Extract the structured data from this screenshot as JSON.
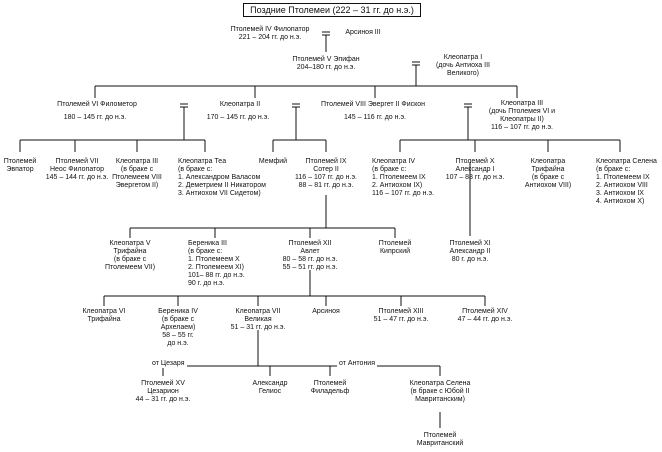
{
  "title": "Поздние Птолемеи (222 – 31 гг. до н.э.)",
  "people": {
    "ptolemy4": [
      "Птолемей IV Филопатор",
      "221 – 204 гг. до н.э."
    ],
    "arsinoe3": [
      "Арсиноя III"
    ],
    "ptolemy5": [
      "Птолемей V Эпифан",
      "204–180 гг. до н.э."
    ],
    "cleopatra1": [
      "Клеопатра I",
      "(дочь Антиоха III",
      "Великого)"
    ],
    "ptolemy6": [
      "Птолемей VI Филометор"
    ],
    "ptolemy6_years": [
      "180 – 145 гг. до н.э."
    ],
    "cleopatra2": [
      "Клеопатра II"
    ],
    "cleopatra2_years": [
      "170 – 145 гг. до н.э."
    ],
    "ptolemy8": [
      "Птолемей VIII Эвергет II Фискон"
    ],
    "ptolemy8_years": [
      "145 – 116 гг. до н.э."
    ],
    "cleopatra3": [
      "Клеопатра III",
      "(дочь Птолемея VI и",
      "Клеопатры II)",
      "116 – 107 гг. до н.э."
    ],
    "eupator": [
      "Птолемей",
      "Эвпатор"
    ],
    "ptolemy7": [
      "Птолемей VII",
      "Неос Филопатор",
      "145 – 144 гг. до н.э."
    ],
    "cleo3_b": [
      "Клеопатра III",
      "(в браке с",
      "Птолемеем VIII",
      "Эвергетом II)"
    ],
    "thea": [
      "Клеопатра Теа",
      "(в браке с:",
      "1. Александром Валасом",
      "2. Деметрием II Никатором",
      "3. Антиохом VII Сидетом)"
    ],
    "memphis": [
      "Мемфий"
    ],
    "ptolemy9": [
      "Птолемей IX",
      "Сотер II",
      "116 – 107 гг. до н.э.",
      "88 – 81 гг. до н.э."
    ],
    "cleo4": [
      "Клеопатра IV",
      "(в браке с:",
      "1. Птолемеем IX",
      "2. Антиохом IX)",
      "116 – 107 гг. до н.э."
    ],
    "ptolemy10": [
      "Птолемей X",
      "Александр I",
      "107 – 88 гг. до н.э."
    ],
    "tryphaena": [
      "Клеопатра",
      "Трифайна",
      "(в браке с",
      "Антиохом VIII)"
    ],
    "selene": [
      "Клеопатра Селена",
      "(в браке с:",
      "1. Птолемеем IX",
      "2. Антиохом VIII",
      "3. Антиохом IX",
      "4. Антиохом X)"
    ],
    "cleo5": [
      "Клеопатра V",
      "Трифайна",
      "(в браке с",
      "Птолемеем VII)"
    ],
    "berenice3": [
      "Береника III",
      "(в браке с:",
      "1. Птолемеем X",
      "2. Птолемеем XI)",
      "101– 88 гг. до н.э.",
      "90 г. до н.э."
    ],
    "ptolemy12": [
      "Птолемей XII",
      "Авлет",
      "80 – 58 гг. до н.э.",
      "55 – 51 гг. до н.э."
    ],
    "cyprus": [
      "Птолемей",
      "Кипрский"
    ],
    "ptolemy11": [
      "Птолемей XI",
      "Александр II",
      "80 г. до н.э."
    ],
    "cleo6": [
      "Клеопатра VI",
      "Трифайна"
    ],
    "berenice4": [
      "Береника IV",
      "(в браке с",
      "Архелаем)",
      "58 – 55 гг.",
      "до н.э."
    ],
    "cleo7": [
      "Клеопатра VII",
      "Великая",
      "51 – 31 гг. до н.э."
    ],
    "arsinoe": [
      "Арсиноя"
    ],
    "ptolemy13": [
      "Птолемей XIII",
      "51 – 47 гг. до н.э."
    ],
    "ptolemy14": [
      "Птолемей XIV",
      "47 – 44 гг. до н.э."
    ],
    "ptolemy15": [
      "Птолемей XV",
      "Цезарион",
      "44 – 31 гг. до н.э."
    ],
    "helios": [
      "Александр",
      "Гелиос"
    ],
    "philadelphus": [
      "Птолемей",
      "Филадельф"
    ],
    "selene2": [
      "Клеопатра Селена",
      "(в браке с Юбой II",
      "Мавританским)"
    ],
    "mauretanian": [
      "Птолемей",
      "Мавританский"
    ]
  },
  "labels": {
    "from_caesar": "от Цезаря",
    "from_antony": "от Антония"
  }
}
